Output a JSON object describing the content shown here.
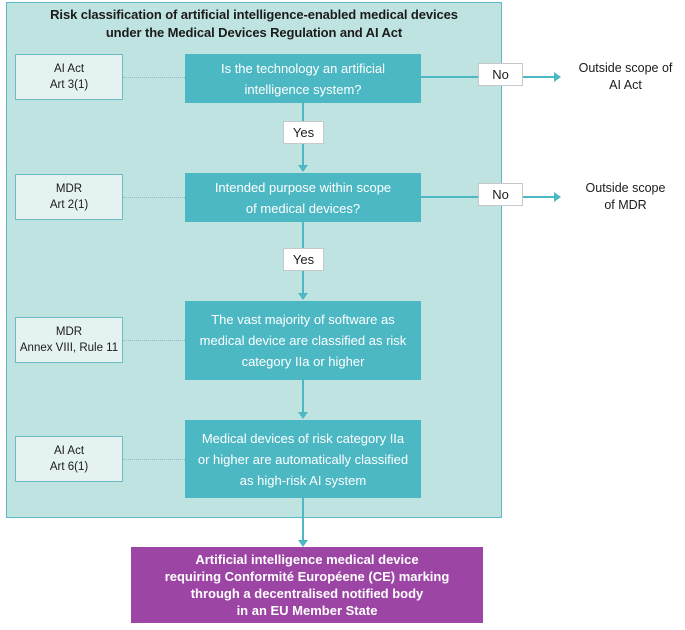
{
  "title": {
    "line1": "Risk classification of artificial intelligence-enabled medical devices",
    "line2": "under the Medical Devices Regulation and AI Act"
  },
  "steps": [
    {
      "reference": {
        "line1": "AI Act",
        "line2": "Art 3(1)"
      },
      "box": {
        "line1": "Is the technology an artificial",
        "line2": "intelligence system?"
      },
      "no_label": "No",
      "no_outcome": {
        "line1": "Outside scope of",
        "line2": "AI Act"
      },
      "yes_label": "Yes"
    },
    {
      "reference": {
        "line1": "MDR",
        "line2": "Art 2(1)"
      },
      "box": {
        "line1": "Intended purpose within scope",
        "line2": "of medical devices?"
      },
      "no_label": "No",
      "no_outcome": {
        "line1": "Outside scope",
        "line2": "of MDR"
      },
      "yes_label": "Yes"
    },
    {
      "reference": {
        "line1": "MDR",
        "line2": "Annex VIII, Rule 11"
      },
      "box": {
        "line1": "The vast majority of software as",
        "line2": "medical device are classified as risk",
        "line3": "category IIa or higher"
      }
    },
    {
      "reference": {
        "line1": "AI Act",
        "line2": "Art 6(1)"
      },
      "box": {
        "line1": "Medical devices of risk category IIa",
        "line2": "or higher are automatically classified",
        "line3": "as high-risk AI system"
      }
    }
  ],
  "outcome": {
    "line1": "Artificial intelligence medical device",
    "line2": "requiring Conformité Européene (CE) marking",
    "line3": "through a decentralised notified body",
    "line4": "in an EU Member State"
  },
  "colors": {
    "panel_background": "#bfe3e1",
    "panel_border": "#5fb9c4",
    "process_box": "#4cb8c4",
    "reference_box": "#e4f2f2",
    "reference_border": "#6cbcc6",
    "connector": "#4cb8c4",
    "outcome_box": "#9c45a5",
    "label_box": "#ffffff",
    "text_dark": "#1b1b1b",
    "text_light": "#ffffff"
  }
}
